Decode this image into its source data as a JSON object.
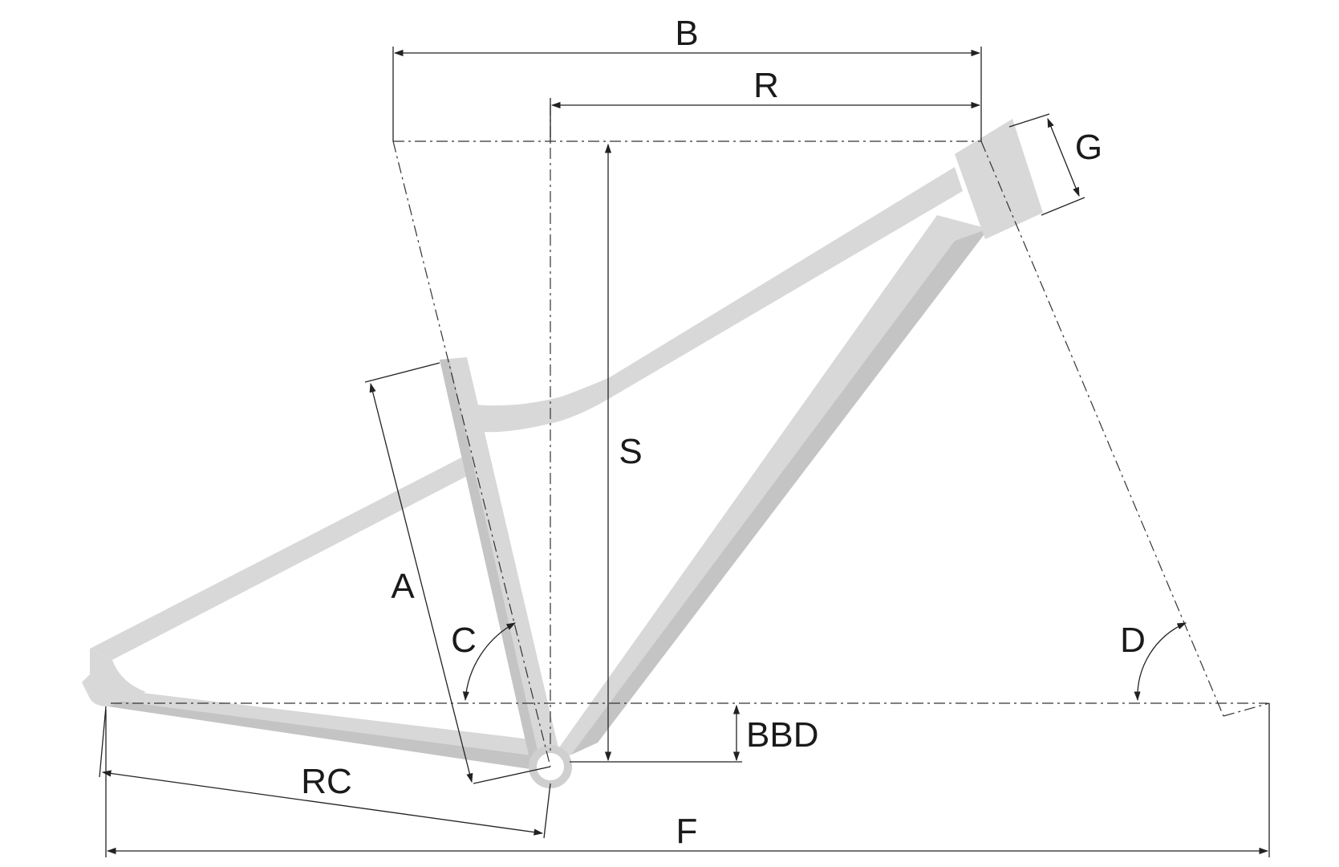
{
  "labels": {
    "b": "B",
    "r": "R",
    "g": "G",
    "s": "S",
    "a": "A",
    "c": "C",
    "d": "D",
    "bbd": "BBD",
    "rc": "RC",
    "f": "F"
  },
  "colors": {
    "frame": "#d8d8d8",
    "frame_shade": "#c4c4c4",
    "lines": "#222222"
  }
}
